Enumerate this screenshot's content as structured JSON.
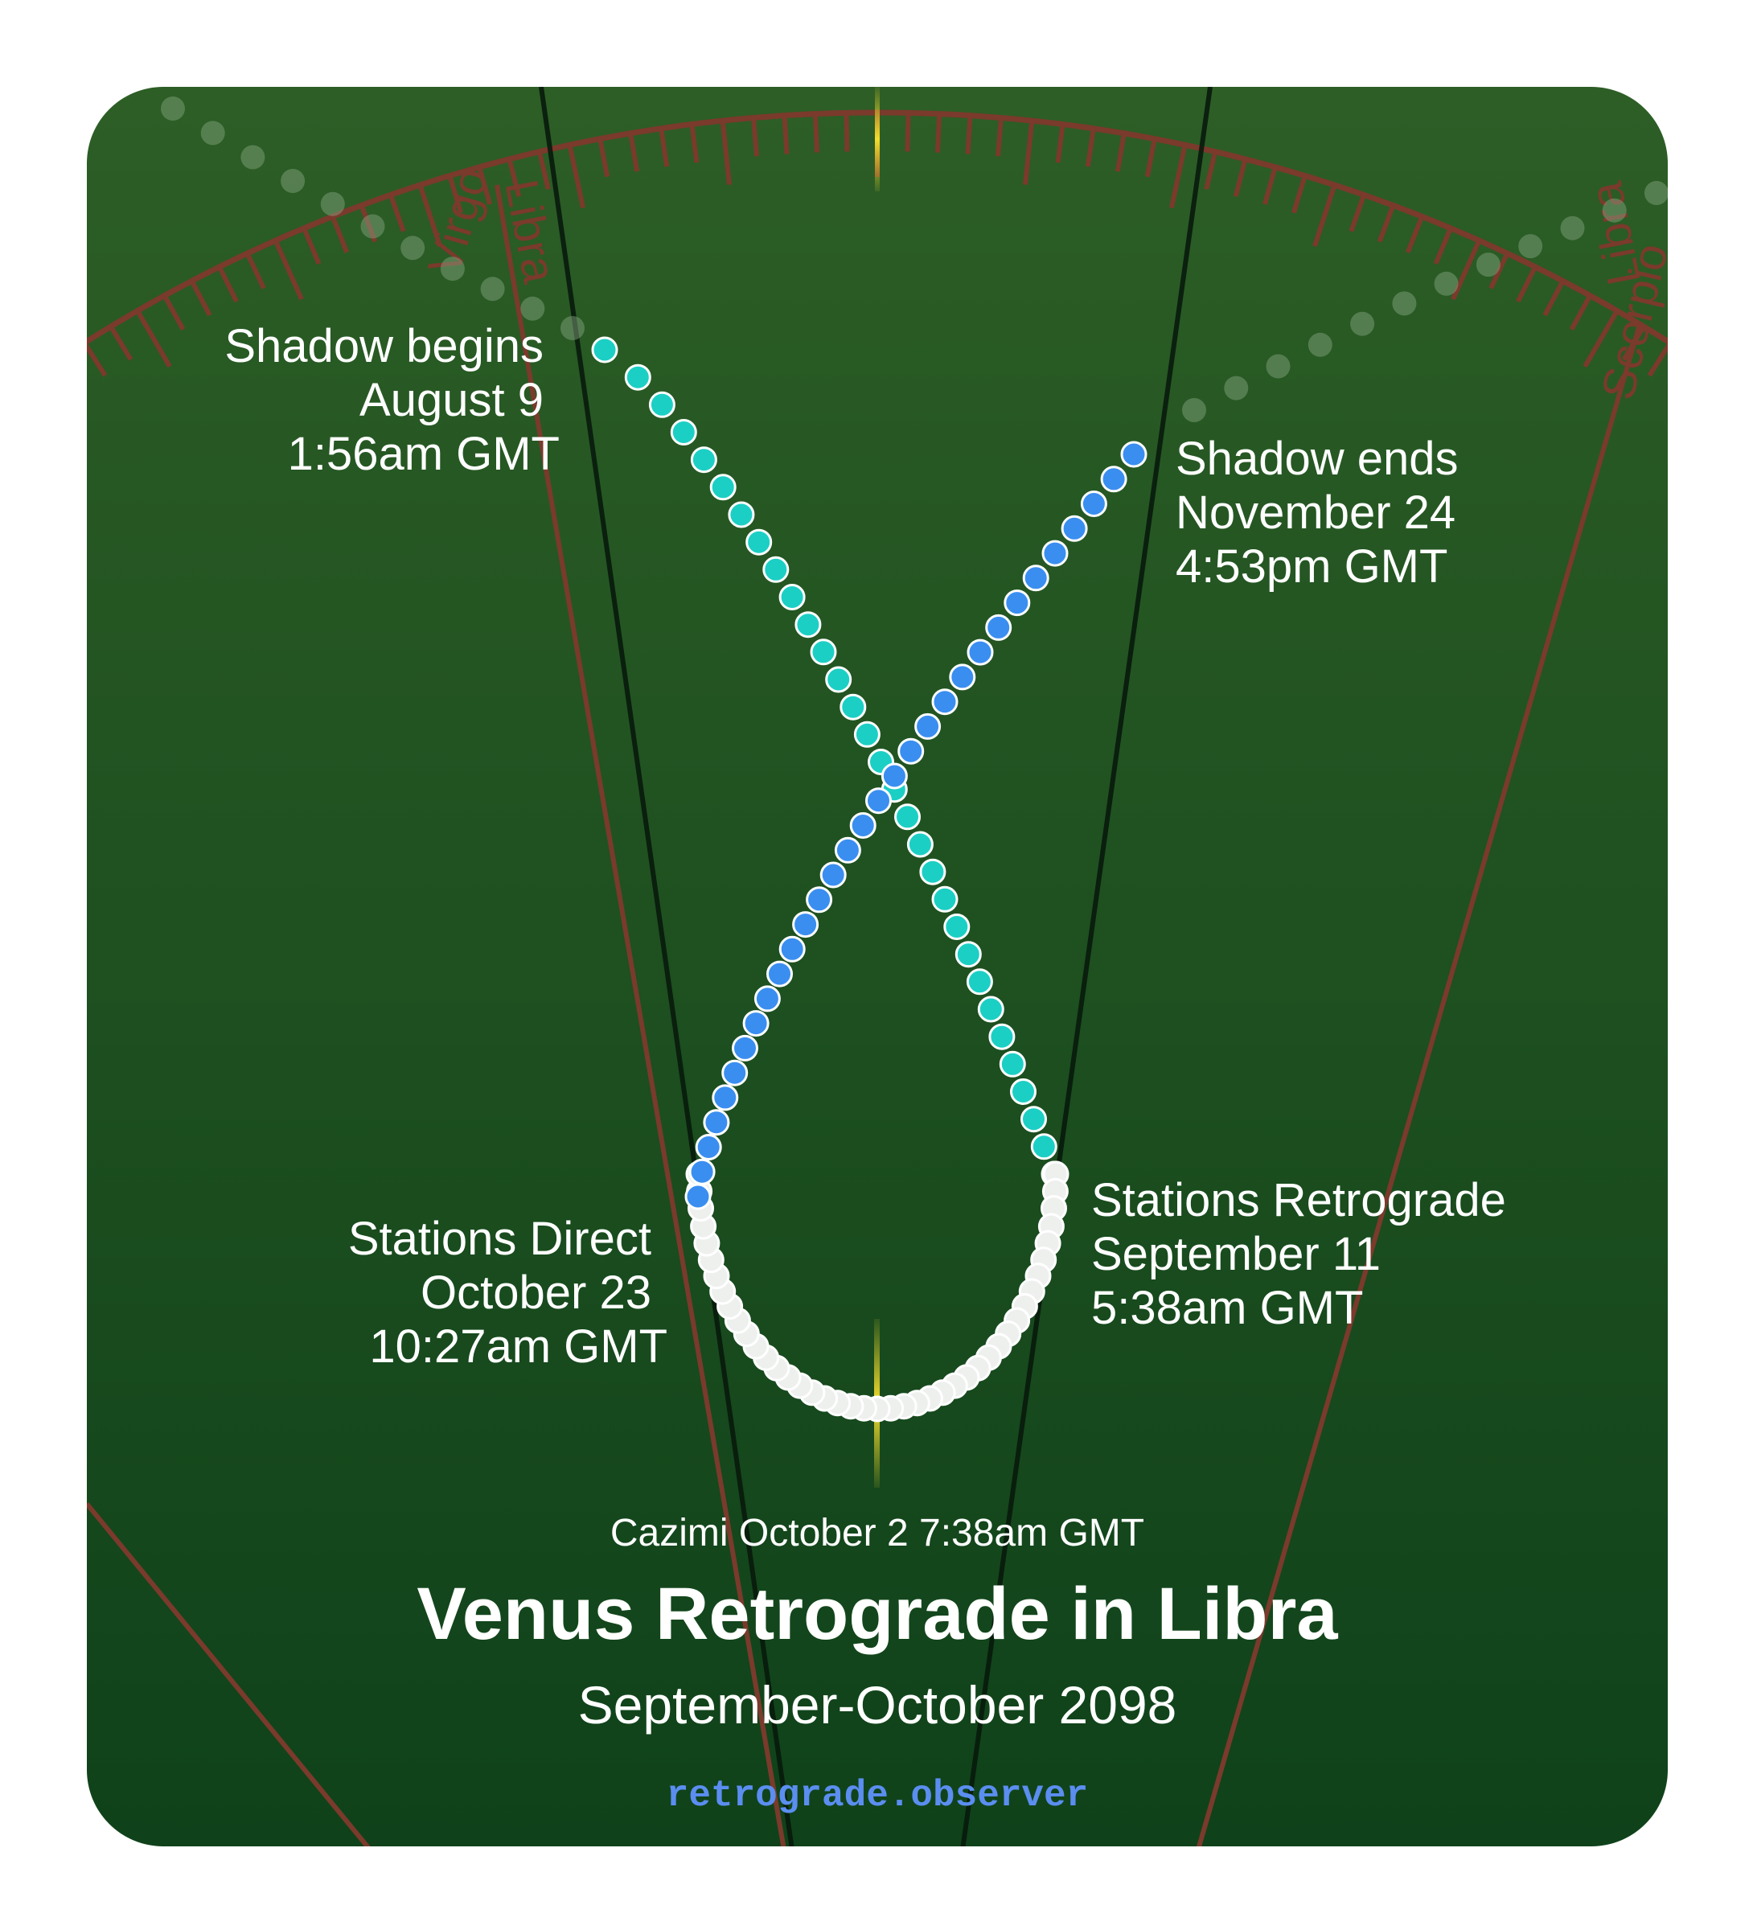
{
  "title": "Venus Retrograde in Libra",
  "subtitle": "September-October 2098",
  "site": "retrograde.observer",
  "cazimi": "Cazimi October 2 7:38am GMT",
  "events": {
    "shadow_begins": [
      "Shadow begins",
      "August 9",
      "1:56am GMT"
    ],
    "shadow_ends": [
      "Shadow ends",
      "November 24",
      "4:53pm GMT"
    ],
    "stations_retrograde": [
      "Stations Retrograde",
      "September 11",
      "5:38am GMT"
    ],
    "stations_direct": [
      "Stations Direct",
      "October 23",
      "10:27am GMT"
    ]
  },
  "zodiac_labels": [
    "Virgo",
    "Libra",
    "Libra",
    "Scorpio"
  ],
  "colors": {
    "background_top": "#2d5e26",
    "background_bottom": "#0f421a",
    "ecliptic": "#7a3a2c",
    "pre_retrograde_dots": "#1ccfc4",
    "retrograde_dots": "#eef0ee",
    "post_retrograde_dots": "#3a8ef0",
    "faded_path_dots": "#8aa884",
    "cazimi_marker": "#e8d22a",
    "site_text": "#5b8ef0"
  }
}
